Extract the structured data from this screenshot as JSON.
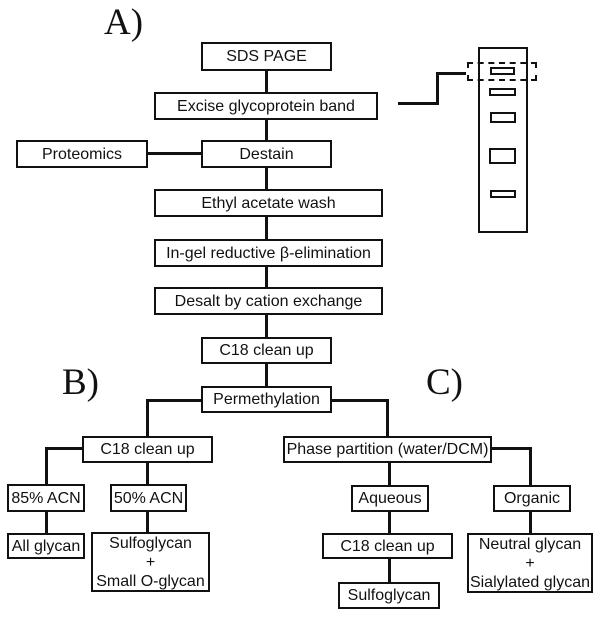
{
  "figure": {
    "type": "flowchart",
    "background_color": "#ffffff",
    "line_color": "#111111"
  },
  "sections": {
    "a": "A)",
    "b": "B)",
    "c": "C)"
  },
  "main_flow": {
    "sds_page": "SDS PAGE",
    "excise_band": "Excise glycoprotein band",
    "proteomics": "Proteomics",
    "destain": "Destain",
    "ethyl_acetate_wash": "Ethyl acetate wash",
    "in_gel_beta_elimination": "In-gel reductive β-elimination",
    "desalt_cation_exchange": "Desalt by cation exchange",
    "c18_clean_up": "C18 clean up",
    "permethylation": "Permethylation"
  },
  "branch_b": {
    "c18_clean_up": "C18 clean up",
    "acn_85": "85% ACN",
    "acn_50": "50% ACN",
    "all_glycan": "All glycan",
    "sulfoglycan_small_o_glycan": [
      "Sulfoglycan",
      "+",
      "Small O-glycan"
    ]
  },
  "branch_c": {
    "phase_partition": "Phase partition (water/DCM)",
    "aqueous": "Aqueous",
    "organic": "Organic",
    "c18_clean_up": "C18 clean up",
    "sulfoglycan": "Sulfoglycan",
    "neutral_sialylated_glycan": [
      "Neutral glycan",
      "+",
      "Sialylated glycan"
    ]
  },
  "gel_graphic": {
    "icon": "gel-lane-icon",
    "band_count": 5,
    "highlighted_band": "top band outlined with dashed box"
  }
}
